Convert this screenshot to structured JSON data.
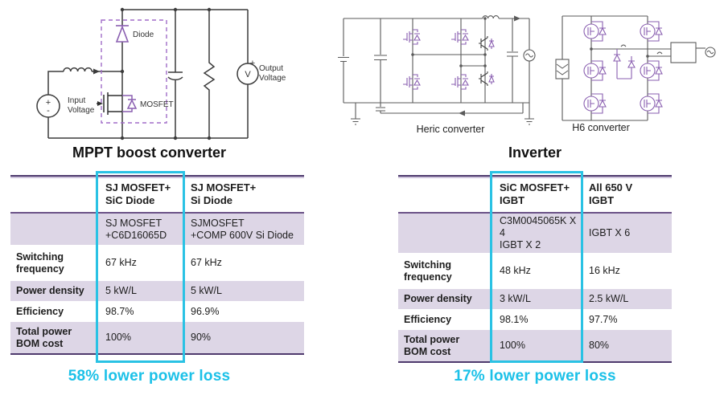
{
  "left_panel": {
    "circuit_title": "MPPT boost converter",
    "circuit": {
      "diode_label": "Diode",
      "mosfet_label": "MOSFET",
      "input_line1": "Input",
      "input_line2": "Voltage",
      "output_line1": "Output",
      "output_line2": "Voltage",
      "voltmeter_letter": "V",
      "voltmeter_plus": "+",
      "source_plus": "+",
      "source_minus": "-"
    },
    "table": {
      "col1_header": "SJ MOSFET+\nSiC Diode",
      "col2_header": "SJ MOSFET+\nSi Diode",
      "rows": {
        "device": {
          "label": "",
          "col1": "SJ MOSFET\n+C6D16065D",
          "col2": "SJMOSFET\n+COMP 600V Si Diode"
        },
        "switching_frequency": {
          "label": "Switching\nfrequency",
          "col1": "67 kHz",
          "col2": "67 kHz"
        },
        "power_density": {
          "label": "Power density",
          "col1": "5 kW/L",
          "col2": "5 kW/L"
        },
        "efficiency": {
          "label": "Efficiency",
          "col1": "98.7%",
          "col2": "96.9%"
        },
        "bom_cost": {
          "label": "Total power\nBOM cost",
          "col1": "100%",
          "col2": "90%"
        }
      }
    },
    "caption": "58% lower power loss"
  },
  "right_panel": {
    "circuit_title": "Inverter",
    "heric_label": "Heric converter",
    "h6_label": "H6 converter",
    "table": {
      "col1_header": "SiC MOSFET+\nIGBT",
      "col2_header": "All 650 V\nIGBT",
      "rows": {
        "device": {
          "label": "",
          "col1": "C3M0045065K X 4\nIGBT X 2",
          "col2": "IGBT X 6"
        },
        "switching_frequency": {
          "label": "Switching\nfrequency",
          "col1": "48 kHz",
          "col2": "16 kHz"
        },
        "power_density": {
          "label": "Power density",
          "col1": "3 kW/L",
          "col2": "2.5 kW/L"
        },
        "efficiency": {
          "label": "Efficiency",
          "col1": "98.1%",
          "col2": "97.7%"
        },
        "bom_cost": {
          "label": "Total power\nBOM cost",
          "col1": "100%",
          "col2": "80%"
        }
      }
    },
    "caption": "17% lower power loss"
  },
  "colors": {
    "highlight_cyan": "#2AC2E4",
    "caption_cyan": "#1CC1E8",
    "circuit_purple": "#8A5FB0",
    "table_border_purple": "#4E3A6D",
    "row_shade_lavender": "#DDD6E6"
  }
}
